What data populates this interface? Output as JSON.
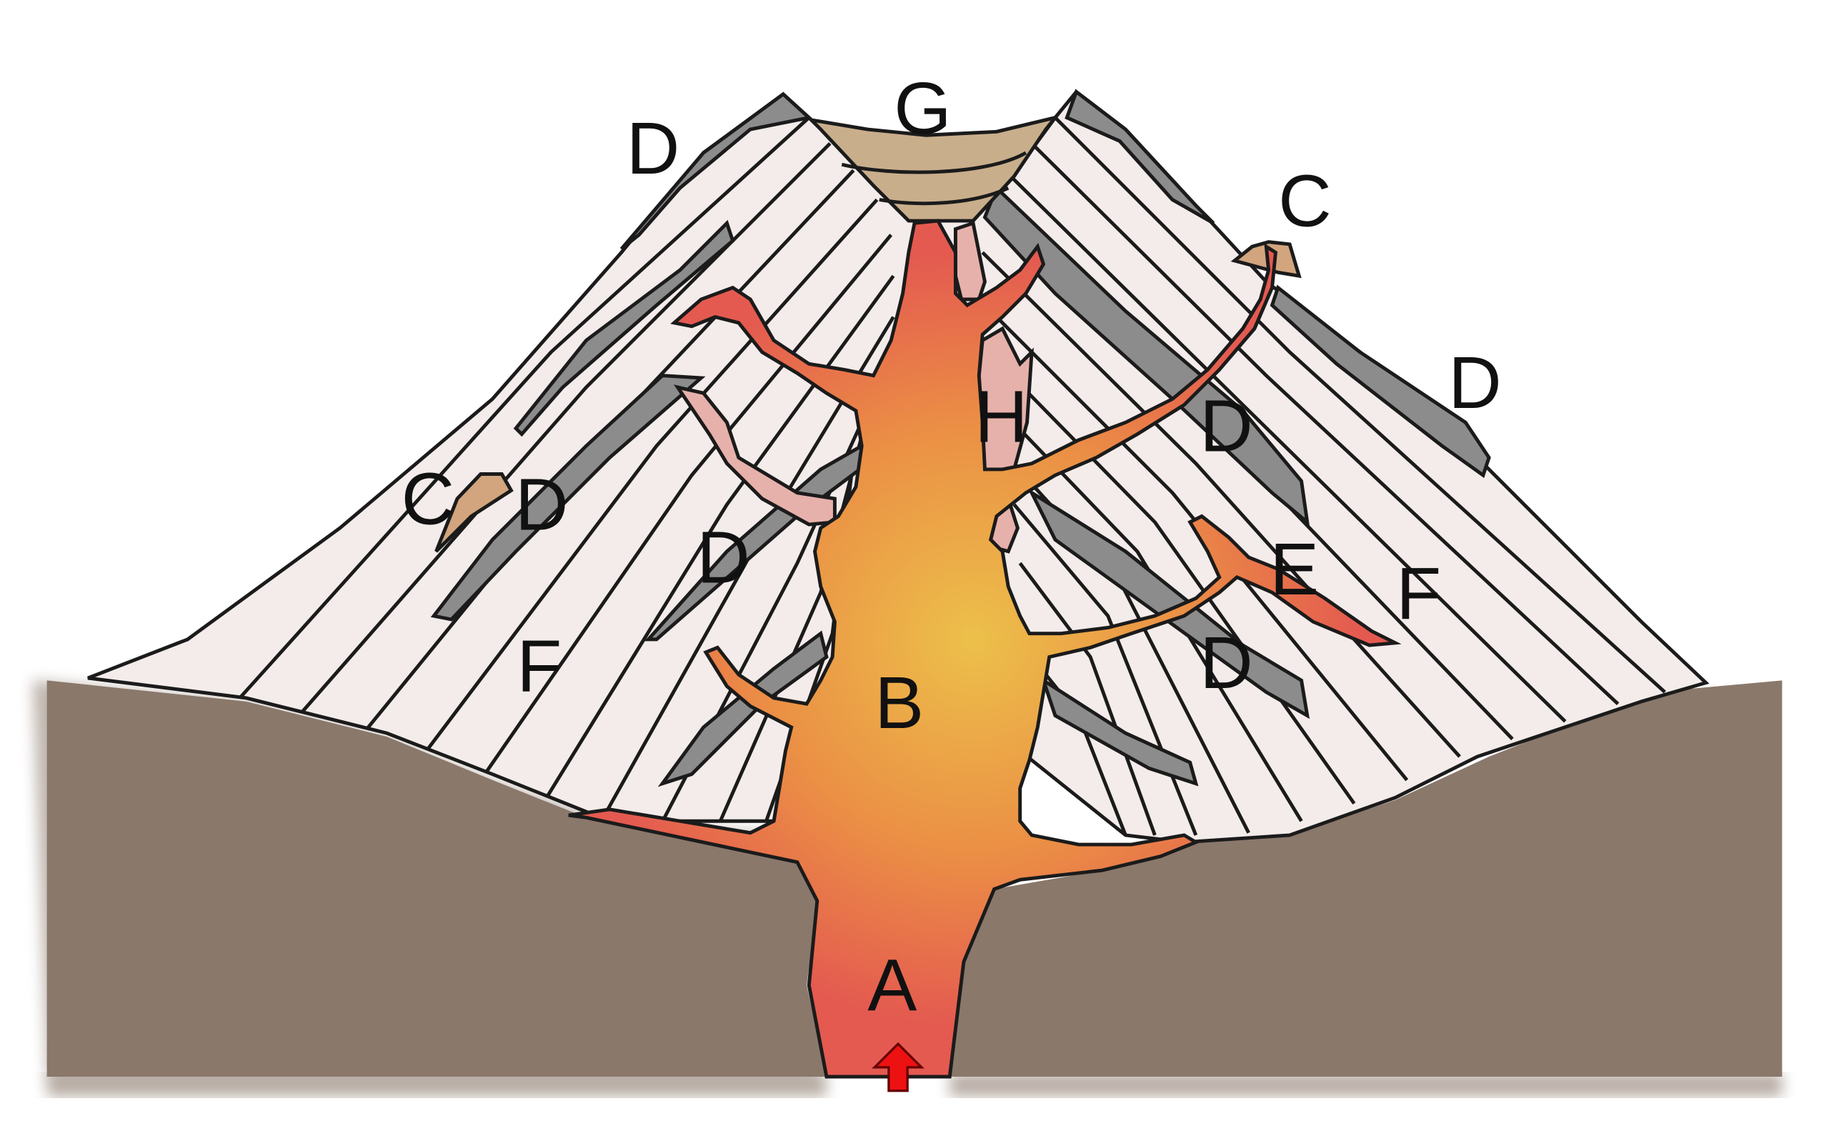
{
  "diagram": {
    "labels": {
      "a": "A",
      "b": "B",
      "c_left": "C",
      "c_right": "C",
      "d_top_left": "D",
      "d_mid_left": "D",
      "d_center_left": "D",
      "d_upper_right": "D",
      "d_mid_right": "D",
      "d_far_right": "D",
      "e": "E",
      "f_left": "F",
      "f_right": "F",
      "g": "G",
      "h": "H"
    },
    "colors": {
      "ground": "#8a786b",
      "cone_fill": "#f3ecea",
      "ash_layer": "#8c8c8c",
      "crater_fill": "#c9ae8c",
      "magma_core": "#ecc04a",
      "magma_mid": "#eb8f45",
      "magma_edge": "#e45a50",
      "pink_intrusion": "#e7b1ab",
      "parasitic_cone": "#d2a57e",
      "arrow": "#ee1111"
    },
    "icons": {
      "flow_arrow": "up-arrow-icon"
    }
  }
}
